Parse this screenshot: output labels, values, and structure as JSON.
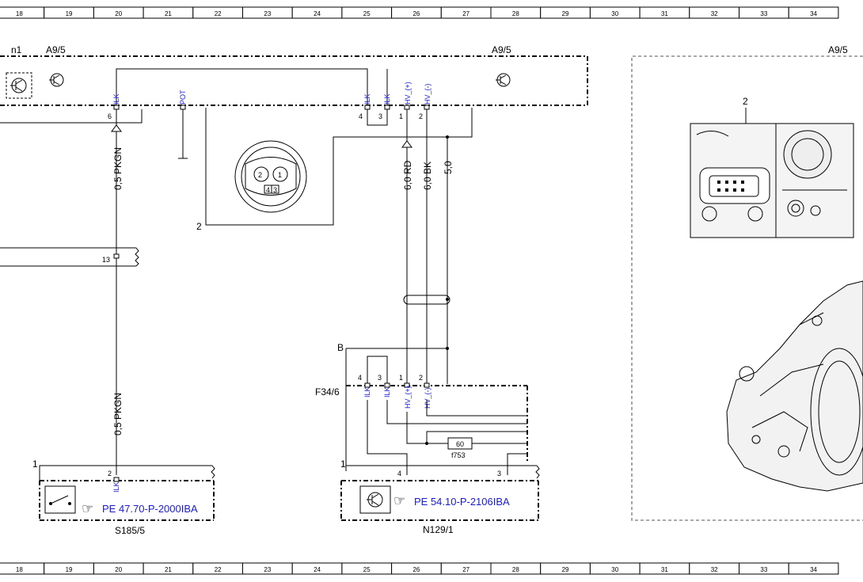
{
  "ruler": {
    "top": [
      "18",
      "19",
      "20",
      "21",
      "22",
      "23",
      "24",
      "25",
      "26",
      "27",
      "28",
      "29",
      "30",
      "31",
      "32",
      "33",
      "34"
    ],
    "bottom": [
      "18",
      "19",
      "20",
      "21",
      "22",
      "23",
      "24",
      "25",
      "26",
      "27",
      "28",
      "29",
      "30",
      "31",
      "32",
      "33",
      "34"
    ]
  },
  "components": {
    "n1": "n1",
    "a9_left": "A9/5",
    "a9_mid": "A9/5",
    "a9_right": "A9/5",
    "f34": "F34/6",
    "s185": "S185/5",
    "n129": "N129/1",
    "fuse_value": "60",
    "fuse_id": "f753",
    "bus_b": "B"
  },
  "pins": {
    "ilk_a": "ILK",
    "pot": "POT",
    "ilk_b": "ILK",
    "ilk_c": "ILK",
    "hv_plus": "HV_(+)",
    "hv_minus": "HV_(-)",
    "p6": "6",
    "p4": "4",
    "p3": "3",
    "p1": "1",
    "p2": "2",
    "p13": "13",
    "f_p4": "4",
    "f_p3": "3",
    "f_p1": "1",
    "f_p2": "2",
    "f_ilk1": "ILK",
    "f_ilk2": "ILK",
    "f_hvp": "HV_(+)",
    "f_hvm": "HV_(-)",
    "s_p2": "2",
    "s_ilk": "ILK",
    "n_p4": "4",
    "n_p3": "3",
    "conn_1": "1",
    "conn_2": "2",
    "conn_3": "3",
    "conn_4": "4",
    "lead_2": "2",
    "n1_1": "1",
    "f34_1": "1",
    "photo_2": "2"
  },
  "wires": {
    "pkgn_top": "0,5 PKGN",
    "pkgn_bottom": "0,5 PKGN",
    "rd": "6,0 RD",
    "bk": "6,0 BK",
    "w50": "5,0"
  },
  "links": {
    "s185_ref": "PE 47.70-P-2000IBA",
    "n129_ref": "PE 54.10-P-2106IBA"
  },
  "icons": {
    "pointing_hand": "☞"
  }
}
